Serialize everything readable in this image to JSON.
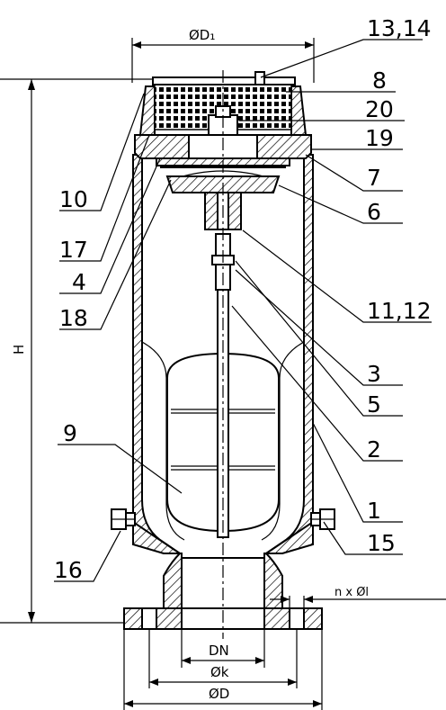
{
  "callouts": {
    "c13_14": "13,14",
    "c8": "8",
    "c20": "20",
    "c19": "19",
    "c7": "7",
    "c6": "6",
    "c10": "10",
    "c17": "17",
    "c4": "4",
    "c18": "18",
    "c11_12": "11,12",
    "c3": "3",
    "c5": "5",
    "c9": "9",
    "c2": "2",
    "c1": "1",
    "c16": "16",
    "c15": "15"
  },
  "dimensions": {
    "top_diameter": "ØD₁",
    "height": "H",
    "holes": "n x Øl",
    "nominal": "DN",
    "bolt_circle": "Øk",
    "flange_diameter": "ØD"
  }
}
